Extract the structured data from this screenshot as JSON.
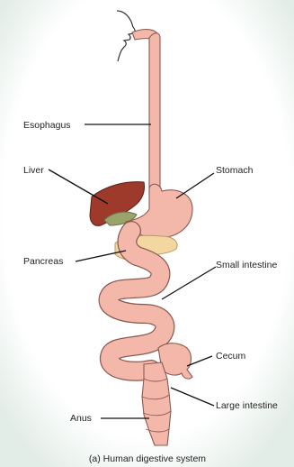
{
  "labels": {
    "esophagus": "Esophagus",
    "liver": "Liver",
    "stomach": "Stomach",
    "pancreas": "Pancreas",
    "small_intestine": "Small intestine",
    "cecum": "Cecum",
    "large_intestine": "Large intestine",
    "anus": "Anus"
  },
  "caption": "(a) Human digestive system",
  "colors": {
    "tract": "#f4b8aa",
    "tract_outline": "#8a5a50",
    "liver": "#9e3a2c",
    "gallbladder": "#9aa36a",
    "pancreas": "#f3d7a0",
    "face": "#ffffff",
    "background": "#e9f1ec"
  }
}
